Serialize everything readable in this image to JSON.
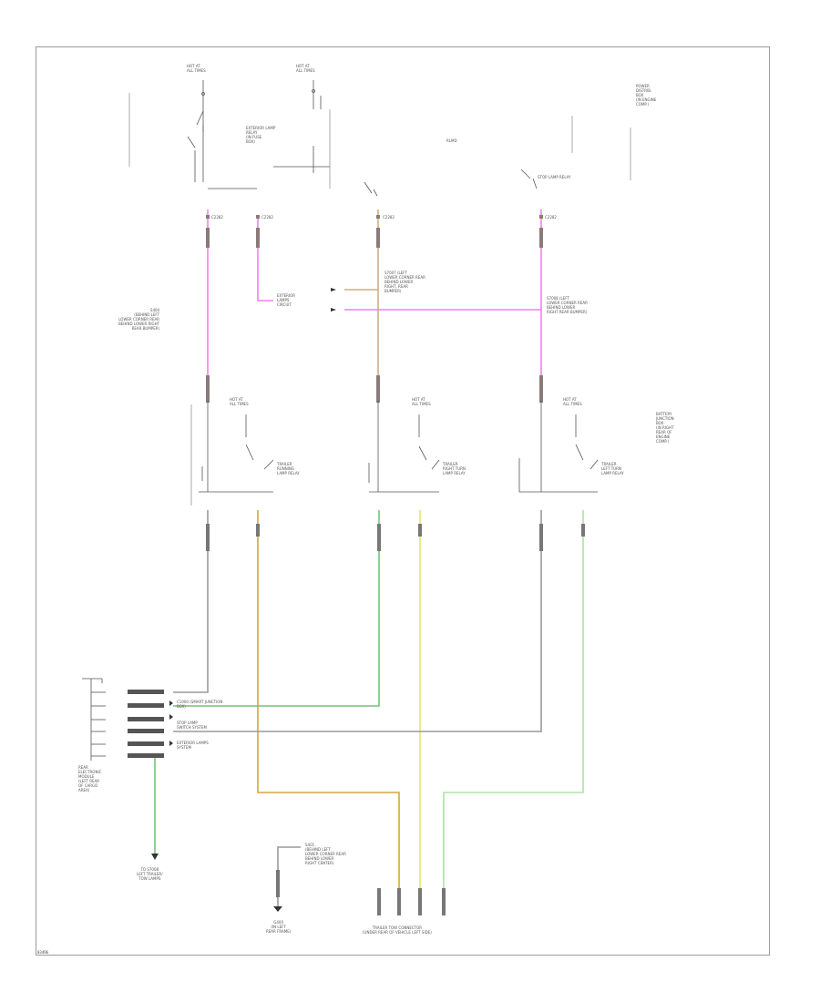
{
  "diagram": {
    "colors": {
      "pink": "#f07ef0",
      "tan": "#c8b27a",
      "gray": "#9a9a9a",
      "green": "#74c474",
      "yellow": "#e6e66a",
      "orange": "#d4a640",
      "black": "#2a2a2a"
    },
    "labels": {
      "fuse_left": "HOT AT\nALL TIMES",
      "fuse_center": "HOT AT\nALL TIMES",
      "relay_note_top": "EXTERIOR LAMP\nRELAY\n(IN FUSE\nBOX)",
      "power_dist": "POWER\nDISTRIB.\nBOX\n(IN ENGINE\nCOMP.)",
      "center_top": "RLMD",
      "relay_right_top": "STOP LAMP RELAY",
      "conn_left_1": "C2282",
      "conn_left_2": "C2282",
      "conn_center": "C2282",
      "conn_right": "C2282",
      "splice_left": "S404\n(BEHIND LEFT\nLOWER CORNER REAR\nBEHIND LOWER RIGHT\nREAR BUMPER)",
      "exterior_lamp": "EXTERIOR\nLAMPS\nCIRCUIT",
      "splice_center": "S7007 (LEFT\nLOWER CORNER REAR\nBEHIND LOWER\nRIGHT, REAR\nBUMPER)",
      "splice_right": "S7008 (LEFT\nLOWER CORNER REAR\nBEHIND LOWER\nRIGHT REAR BUMPER)",
      "fuse_relay_1": "HOT AT\nALL TIMES",
      "fuse_relay_2": "HOT AT\nALL TIMES",
      "fuse_relay_3": "HOT AT\nALL TIMES",
      "relay_1": "TRAILER\nRUNNING\nLAMP RELAY",
      "relay_2": "TRAILER\nRIGHT TURN\nLAMP RELAY",
      "relay_3": "TRAILER\nLEFT TURN\nLAMP RELAY",
      "battery_junction": "BATTERY\nJUNCTION\nBOX\n(IN RIGHT\nREAR OF\nENGINE\nCOMP.)",
      "rem_row_1": "C1000 (SMART JUNCTION\nBOX)",
      "rem_row_2": "STOP LAMP\nSWITCH SYSTEM",
      "rem_row_3": "EXTERIOR LAMPS\nSYSTEM",
      "rem_label": "REAR\nELECTRONIC\nMODULE\n(LEFT REAR\nOF CARGO\nAREA)",
      "left_lamps": "TO S7008\nLEFT TRAILER/\nTOW LAMPS",
      "ground": "G400\n(IN LEFT\nREAR FRAME)",
      "splice_bottom": "S401\n(BEHIND LEFT\nLOWER CORNER REAR\nBEHIND LOWER\nRIGHT CENTER)",
      "trailer_connector": "TRAILER TOW CONNECTOR\n(UNDER REAR OF VEHICLE LEFT SIDE)",
      "stamp": "03496"
    }
  }
}
